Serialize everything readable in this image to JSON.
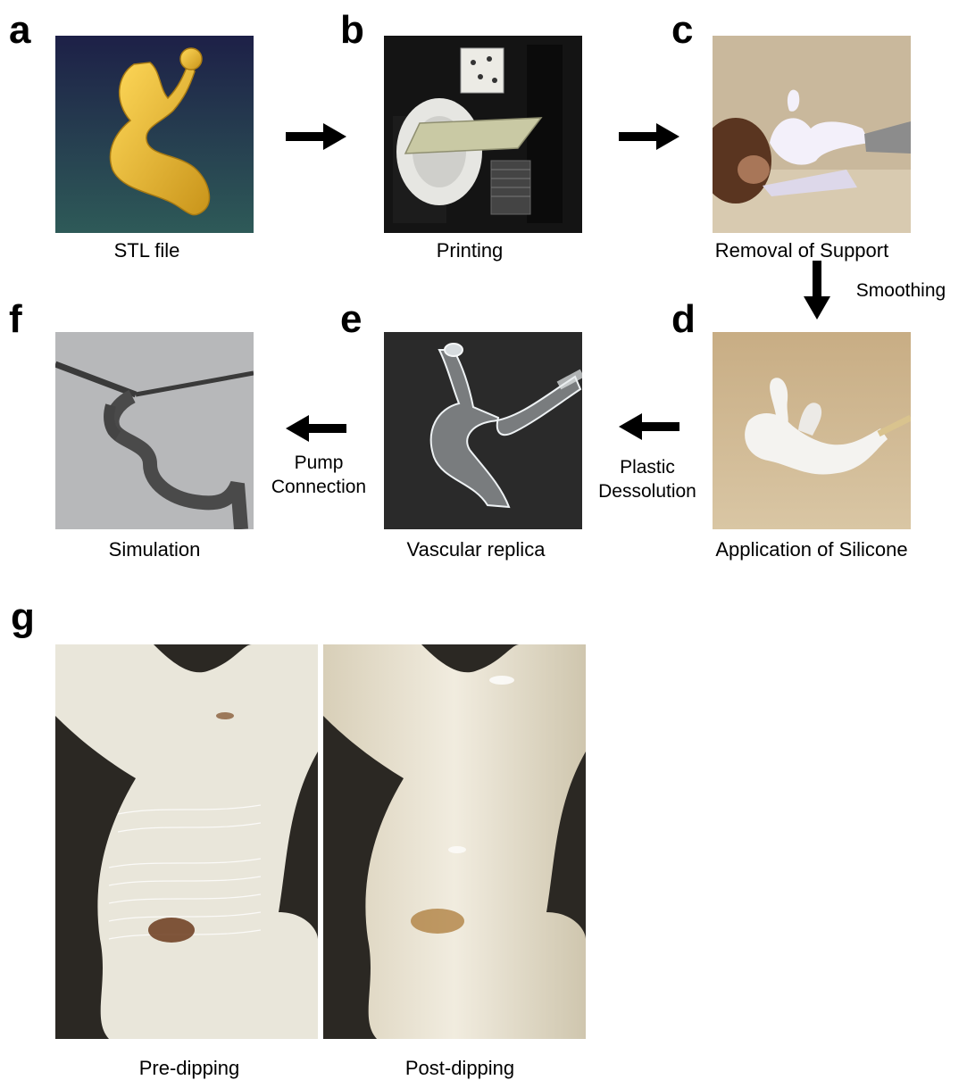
{
  "panels": {
    "a": {
      "letter": "a",
      "caption": "STL file",
      "icon": "aneurysm-3d-model-icon"
    },
    "b": {
      "letter": "b",
      "caption": "Printing",
      "icon": "3d-printer-icon"
    },
    "c": {
      "letter": "c",
      "caption": "Removal of Support",
      "icon": "printed-model-icon"
    },
    "d": {
      "letter": "d",
      "caption": "Application of Silicone",
      "icon": "silicone-coated-model-icon"
    },
    "e": {
      "letter": "e",
      "caption": "Vascular replica",
      "icon": "transparent-replica-icon"
    },
    "f": {
      "letter": "f",
      "caption": "Simulation",
      "icon": "angiography-icon"
    },
    "g": {
      "letter": "g",
      "left_caption": "Pre-dipping",
      "right_caption": "Post-dipping"
    }
  },
  "steps": {
    "c_to_d": "Smoothing",
    "d_to_e": [
      "Plastic",
      "Dessolution"
    ],
    "e_to_f": [
      "Pump",
      "Connection"
    ]
  },
  "colors": {
    "model_yellow": "#e8b830",
    "silicone_white": "#f4f3f0",
    "arrow": "#000000"
  }
}
